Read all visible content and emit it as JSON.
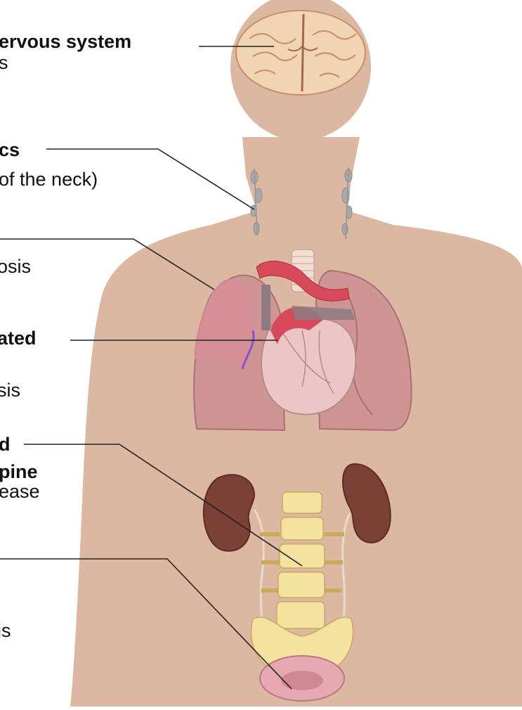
{
  "labels": [
    {
      "line1": "ervous system",
      "line2": "s"
    },
    {
      "line1": "cs",
      "line2": "of the neck)"
    },
    {
      "line1": "",
      "line2": "osis"
    },
    {
      "line1": "ated",
      "line2": ""
    },
    {
      "line1": "",
      "line2": "sis"
    },
    {
      "line1": "d",
      "line2": "pine",
      "line3": "ease"
    },
    {
      "line1": "",
      "line2": "is"
    }
  ],
  "colors": {
    "skin": "#dcb8a3",
    "brain": "#f0d4b3",
    "brain_folds": "#c88e66",
    "lung": "#cf9595",
    "lung_left_overlay": "#d98d9a",
    "heart": "#ecc6c6",
    "aorta": "#d84a5b",
    "vena_cava": "#8d7b83",
    "kidney": "#7b4036",
    "spine": "#f4e3a0",
    "bladder": "#e6a9b2",
    "lymph": "#a9a9a9",
    "leader_line": "#222222"
  },
  "icons": [
    "brain-icon",
    "lymph-node-icon",
    "lungs-icon",
    "heart-icon",
    "kidney-icon",
    "spine-icon",
    "bladder-icon"
  ]
}
